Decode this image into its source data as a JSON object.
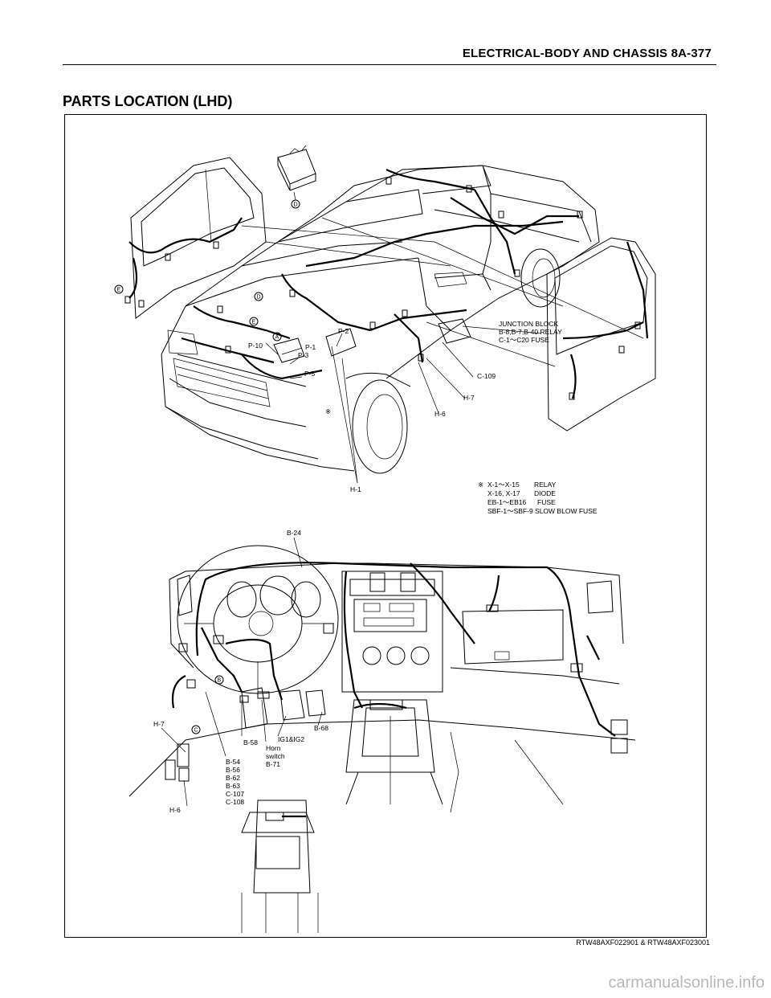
{
  "header": {
    "title": "ELECTRICAL-BODY AND CHASSIS  8A-377"
  },
  "page_title": "PARTS LOCATION (LHD)",
  "truck_labels": {
    "junction_block": "JUNCTION BLOCK",
    "relay_line": "B-8,B-7,B-40 RELAY",
    "fuse_line": "C-1～C20 FUSE",
    "p1": "P-1",
    "p2": "P-2",
    "p3": "P-3",
    "p5": "P-5",
    "p10": "P-10",
    "c109": "C-109",
    "h7": "H-7",
    "h6": "H-6",
    "h1": "H-1",
    "ref_mark": "※"
  },
  "circled": {
    "d": "D",
    "e": "E",
    "a": "A",
    "b": "B",
    "c": "C"
  },
  "note": {
    "mark": "※",
    "rows": [
      {
        "code": "X-1～X-15",
        "desc": "RELAY"
      },
      {
        "code": "X-16, X-17",
        "desc": "DIODE"
      },
      {
        "code": "EB-1～EB16",
        "desc": "FUSE"
      },
      {
        "code": "SBF-1～SBF-9 SLOW BLOW FUSE",
        "desc": ""
      }
    ]
  },
  "dash_labels": {
    "b24": "B-24",
    "h7": "H-7",
    "b58": "B-58",
    "ig": "IG1&IG2",
    "b68": "B-68",
    "horn1": "Horn",
    "horn2": "switch",
    "horn3": "B-71",
    "b54": "B-54",
    "b56": "B-56",
    "b62": "B-62",
    "b63": "B-63",
    "c107": "C-107",
    "c108": "C-108",
    "h6": "H-6"
  },
  "figure_code": "RTW48AXF022901 & RTW48AXF023001",
  "watermark": "carmanualsonline.info"
}
